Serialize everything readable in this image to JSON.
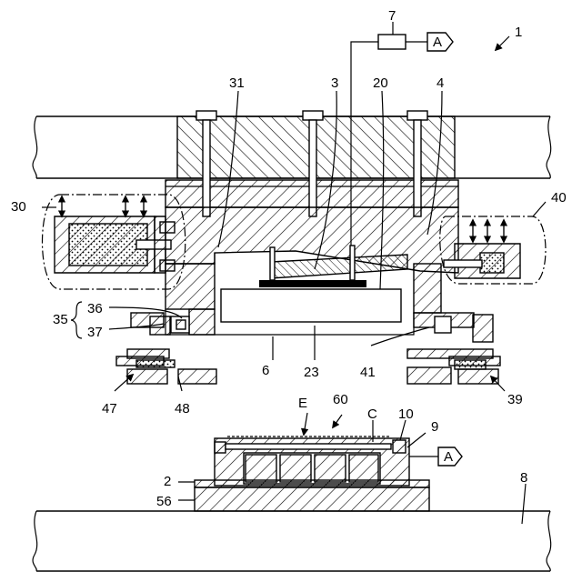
{
  "labels": {
    "n1": "1",
    "n7": "7",
    "A_top": "A",
    "A_right": "A",
    "n31": "31",
    "n3": "3",
    "n20": "20",
    "n4": "4",
    "n30": "30",
    "n40": "40",
    "n35": "35",
    "n36": "36",
    "n37": "37",
    "n6": "6",
    "n23": "23",
    "n41": "41",
    "n47": "47",
    "n48": "48",
    "n39": "39",
    "E": "E",
    "n60": "60",
    "C": "C",
    "n10": "10",
    "n9": "9",
    "n2": "2",
    "n56": "56",
    "n8": "8"
  },
  "colors": {
    "ink": "#000000",
    "paper": "#ffffff"
  }
}
